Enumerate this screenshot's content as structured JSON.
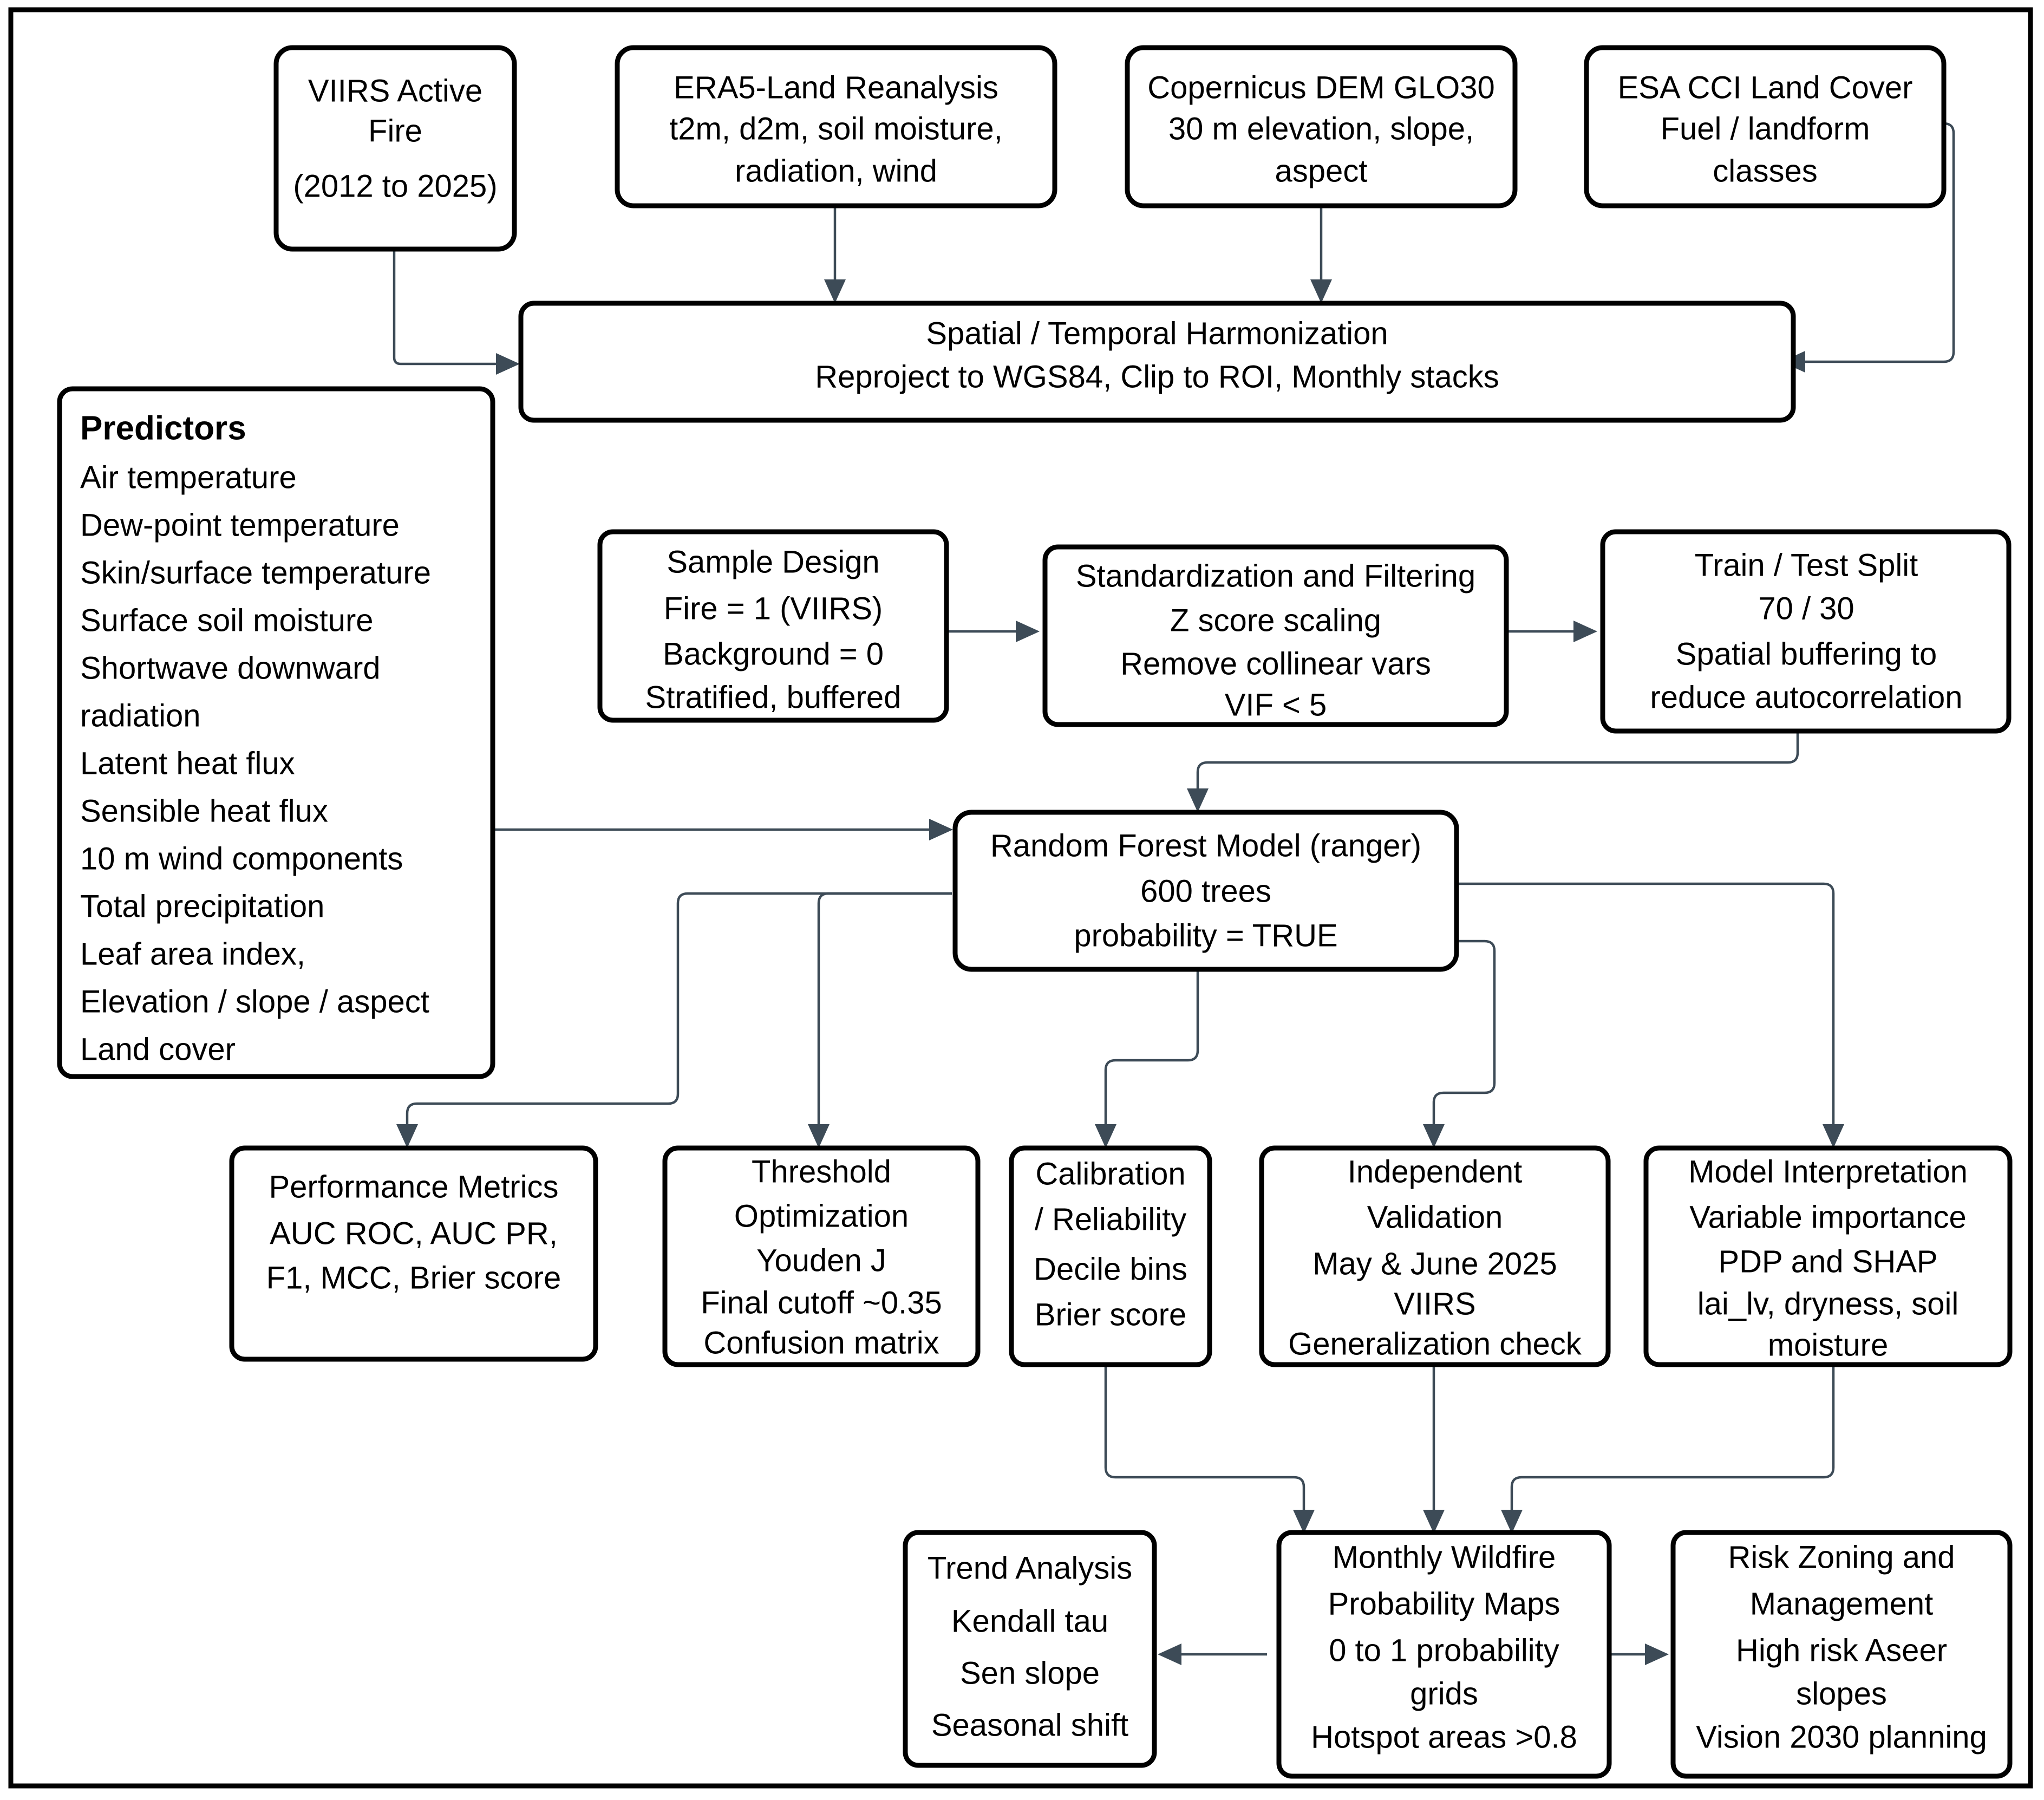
{
  "diagram": {
    "title": "Wildfire probability modeling workflow",
    "accent_color": "#3d4b57",
    "border_color": "#000000",
    "background_color": "#ffffff"
  },
  "nodes": {
    "viirs_active_fire": {
      "lines": [
        "VIIRS Active",
        "Fire",
        "(2012 to 2025)"
      ]
    },
    "era5_land": {
      "lines": [
        "ERA5-Land Reanalysis",
        "t2m, d2m, soil moisture,",
        "radiation, wind"
      ]
    },
    "copernicus_dem": {
      "lines": [
        "Copernicus DEM GLO30",
        "30 m elevation, slope,",
        "aspect"
      ]
    },
    "esa_cci_land_cover": {
      "lines": [
        "ESA CCI Land Cover",
        "Fuel / landform",
        "classes"
      ]
    },
    "harmonization": {
      "lines": [
        "Spatial / Temporal Harmonization",
        "Reproject to WGS84, Clip to ROI, Monthly stacks"
      ]
    },
    "predictors": {
      "heading": "Predictors",
      "items": [
        "Air temperature",
        "Dew-point temperature",
        "Skin/surface temperature",
        "Surface soil moisture",
        "Shortwave downward",
        "radiation",
        "Latent heat flux",
        "Sensible heat flux",
        "10 m wind components",
        "Total precipitation",
        "Leaf area index,",
        "Elevation / slope / aspect",
        "Land cover"
      ]
    },
    "sample_design": {
      "lines": [
        "Sample Design",
        "Fire = 1 (VIIRS)",
        "Background = 0",
        "Stratified, buffered"
      ]
    },
    "standardization": {
      "lines": [
        "Standardization and Filtering",
        "Z score scaling",
        "Remove collinear vars",
        "VIF < 5"
      ]
    },
    "train_test_split": {
      "lines": [
        "Train / Test Split",
        "70 / 30",
        "Spatial buffering to",
        "reduce autocorrelation"
      ]
    },
    "random_forest": {
      "lines": [
        "Random Forest Model (ranger)",
        "600 trees",
        "probability = TRUE"
      ]
    },
    "performance_metrics": {
      "lines": [
        "Performance Metrics",
        "AUC ROC, AUC PR,",
        "F1, MCC, Brier score"
      ]
    },
    "threshold_optimization": {
      "lines": [
        "Threshold",
        "Optimization",
        "Youden J",
        "Final cutoff ~0.35",
        "Confusion matrix"
      ]
    },
    "calibration": {
      "lines": [
        "Calibration",
        "/ Reliability",
        "Decile bins",
        "Brier score"
      ]
    },
    "independent_validation": {
      "lines": [
        "Independent",
        "Validation",
        "May & June 2025",
        "VIIRS",
        "Generalization check"
      ]
    },
    "model_interpretation": {
      "lines": [
        "Model Interpretation",
        "Variable importance",
        "PDP and SHAP",
        "lai_lv, dryness, soil",
        "moisture"
      ]
    },
    "trend_analysis": {
      "lines": [
        "Trend Analysis",
        "Kendall tau",
        "Sen slope",
        "Seasonal shift"
      ]
    },
    "probability_maps": {
      "lines": [
        "Monthly Wildfire",
        "Probability Maps",
        "0 to 1 probability",
        "grids",
        "Hotspot areas >0.8"
      ]
    },
    "risk_zoning": {
      "lines": [
        "Risk Zoning and",
        "Management",
        "High risk Aseer",
        "slopes",
        "Vision 2030 planning"
      ]
    }
  },
  "edges": [
    {
      "from": "viirs_active_fire",
      "to": "harmonization"
    },
    {
      "from": "era5_land",
      "to": "harmonization"
    },
    {
      "from": "copernicus_dem",
      "to": "harmonization"
    },
    {
      "from": "esa_cci_land_cover",
      "to": "harmonization"
    },
    {
      "from": "sample_design",
      "to": "standardization"
    },
    {
      "from": "standardization",
      "to": "train_test_split"
    },
    {
      "from": "train_test_split",
      "to": "random_forest"
    },
    {
      "from": "predictors",
      "to": "random_forest"
    },
    {
      "from": "random_forest",
      "to": "performance_metrics"
    },
    {
      "from": "random_forest",
      "to": "threshold_optimization"
    },
    {
      "from": "random_forest",
      "to": "calibration"
    },
    {
      "from": "random_forest",
      "to": "independent_validation"
    },
    {
      "from": "random_forest",
      "to": "model_interpretation"
    },
    {
      "from": "calibration",
      "to": "probability_maps"
    },
    {
      "from": "independent_validation",
      "to": "probability_maps"
    },
    {
      "from": "model_interpretation",
      "to": "probability_maps"
    },
    {
      "from": "probability_maps",
      "to": "trend_analysis"
    },
    {
      "from": "probability_maps",
      "to": "risk_zoning"
    }
  ]
}
